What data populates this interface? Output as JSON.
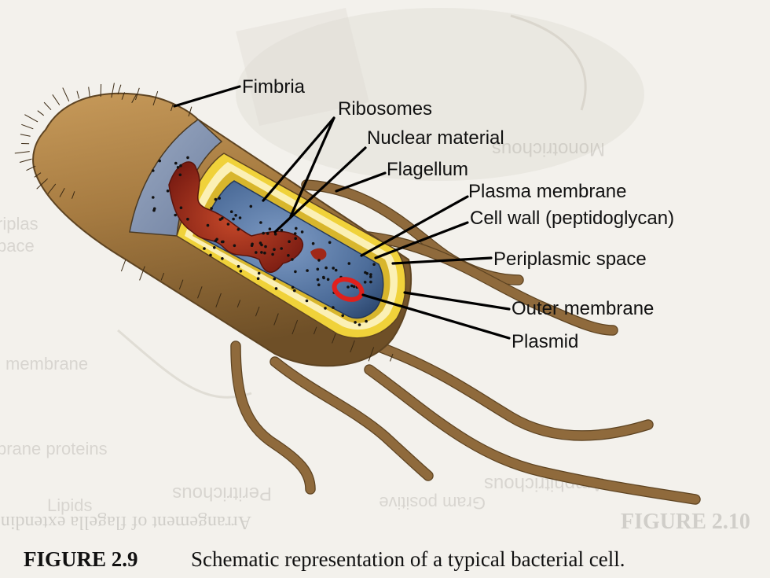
{
  "figure": {
    "number": "FIGURE 2.9",
    "caption": "Schematic representation of a typical bacterial cell."
  },
  "labels": {
    "fimbria": "Fimbria",
    "ribosomes": "Ribosomes",
    "nuclear_material": "Nuclear material",
    "flagellum": "Flagellum",
    "plasma_membrane": "Plasma membrane",
    "cell_wall": "Cell wall (peptidoglycan)",
    "periplasmic_space": "Periplasmic space",
    "outer_membrane": "Outer membrane",
    "plasmid": "Plasmid"
  },
  "bleed_through": {
    "monotrichous": "Monotrichous",
    "periplasmic_fragment": "riplas",
    "space_fragment": "pace",
    "membrane_fragment": "l membrane",
    "proteins_fragment": "brane proteins",
    "amphitrichous": "Amphitrichous",
    "peritrichous": "Peritrichous",
    "lipids": "Lipids",
    "gram_positive": "Gram positive",
    "figure_210": "FIGURE 2.10",
    "figure_210_text": "Arrangement of flagella extending from the cell"
  },
  "colors": {
    "background": "#f3f1ec",
    "cell_brown": "#a3773f",
    "cytoplasm_blue": "#4d6d9a",
    "wall_yellow": "#f0d23a",
    "nucleoid_red": "#a02818",
    "plasmid_red": "#e0201c"
  }
}
